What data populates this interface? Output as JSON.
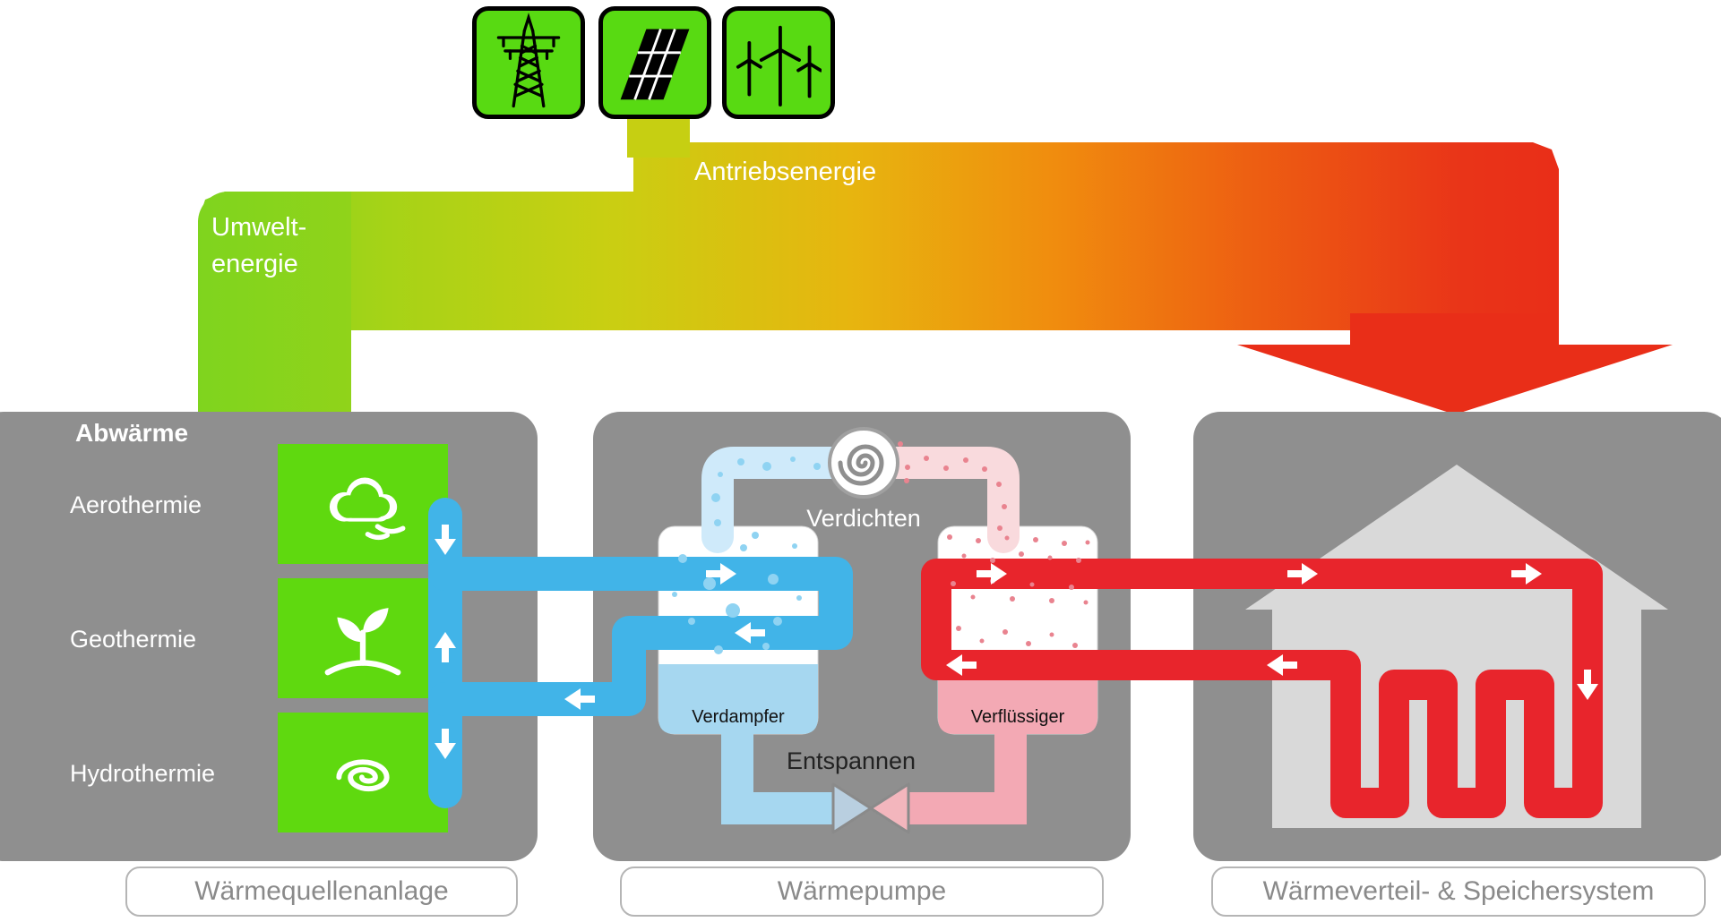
{
  "energy_flows": {
    "drive_energy_label": "Antriebsenergie",
    "environment_energy_label_line1": "Umwelt-",
    "environment_energy_label_line2": "energie"
  },
  "energy_sources": {
    "grid_icon": "power-grid",
    "solar_icon": "solar-panels",
    "wind_icon": "wind-turbines"
  },
  "heat_source_panel": {
    "waste_heat_label": "Abwärme",
    "sources": [
      {
        "label": "Aerothermie",
        "icon": "cloud-wind"
      },
      {
        "label": "Geothermie",
        "icon": "sprout"
      },
      {
        "label": "Hydrothermie",
        "icon": "water-swirl"
      }
    ],
    "footer_label": "Wärmequellenanlage"
  },
  "heat_pump_panel": {
    "compressor_label": "Verdichten",
    "expansion_label": "Entspannen",
    "evaporator_label": "Verdampfer",
    "condenser_label": "Verflüssiger",
    "footer_label": "Wärmepumpe"
  },
  "distribution_panel": {
    "footer_label": "Wärmeverteil- & Speichersystem"
  },
  "colors": {
    "source_green": "#7ed321",
    "drive_red": "#e92e18",
    "brine_blue": "#41b4e8",
    "heating_red": "#e8252c",
    "panel_gray": "#8f8f8f",
    "tile_green": "#5fd90f"
  }
}
